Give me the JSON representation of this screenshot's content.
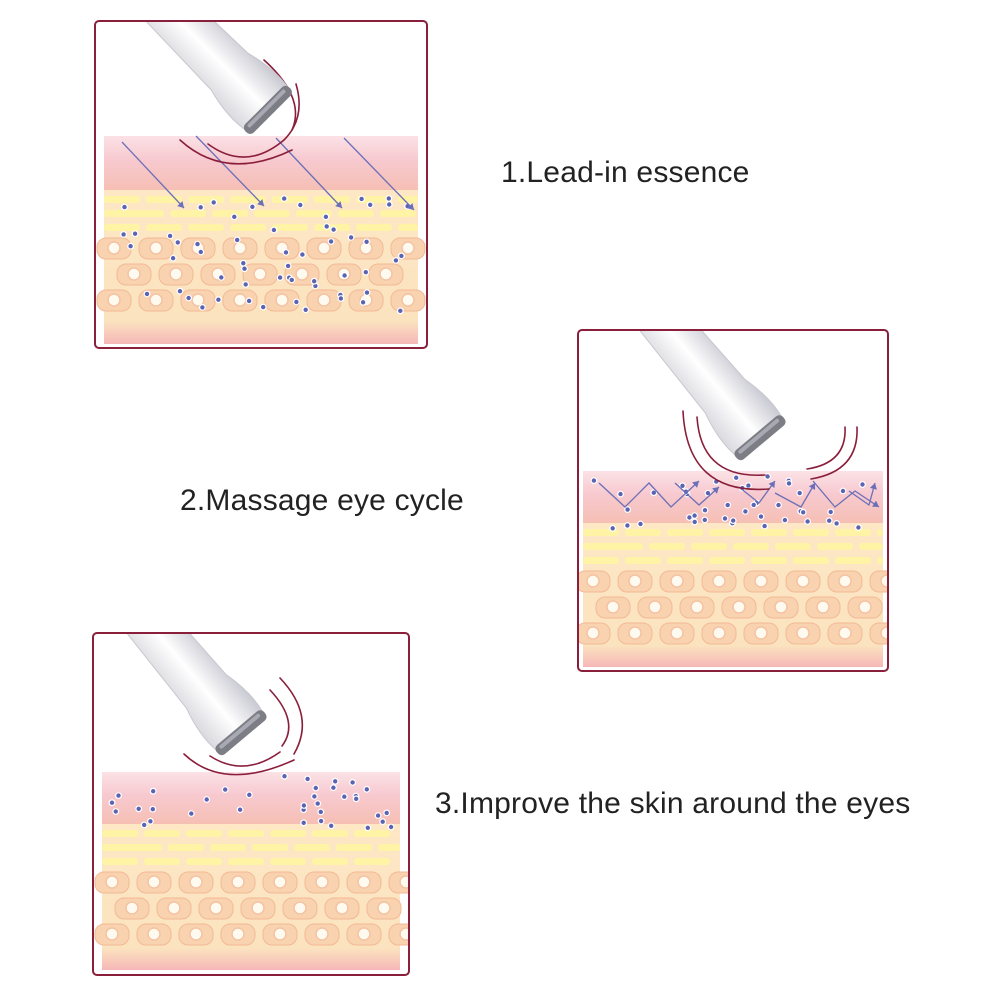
{
  "steps": [
    {
      "label": "1.Lead-in essence",
      "effect": "lead-in"
    },
    {
      "label": "2.Massage eye cycle",
      "effect": "massage"
    },
    {
      "label": "3.Improve the skin around the eyes",
      "effect": "improve"
    }
  ],
  "colors": {
    "frame": "#8a1f3c",
    "wave": "#8a1f3c",
    "skin_top": "#f7c9cf",
    "skin_fat": "#fbe3bf",
    "fat_bar": "#fff4a6",
    "cell": "#f9d2b0",
    "cell_core": "#fffaf0",
    "particle": "#5b63b3",
    "arrow": "#6b6fb8",
    "device_body": "#f1f1f4",
    "device_tip": "#7d7d86"
  }
}
